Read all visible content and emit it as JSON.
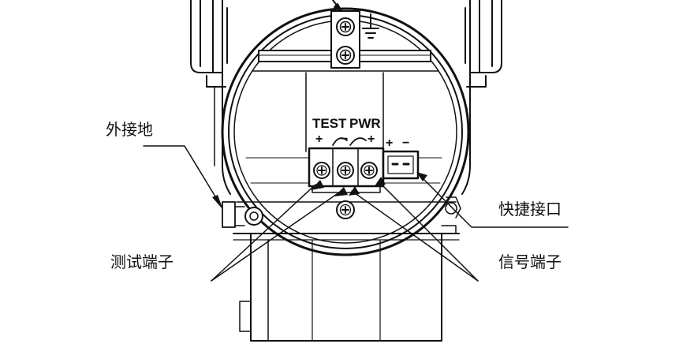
{
  "labels": {
    "external_ground": "外接地",
    "test_terminals": "测试端子",
    "quick_connector": "快捷接口",
    "signal_terminals": "信号端子"
  },
  "terminal_block": {
    "test_label": "TEST",
    "pwr_label": "PWR",
    "test_polarity": "+",
    "shared_polarity": "−",
    "pwr_polarity": "+",
    "connector_plus": "+",
    "connector_minus": "−"
  },
  "colors": {
    "stroke": "#111111",
    "background": "#ffffff",
    "panel": "#f2f2f2"
  },
  "icons": [
    "ground-symbol-icon",
    "phillips-screw-icon"
  ]
}
